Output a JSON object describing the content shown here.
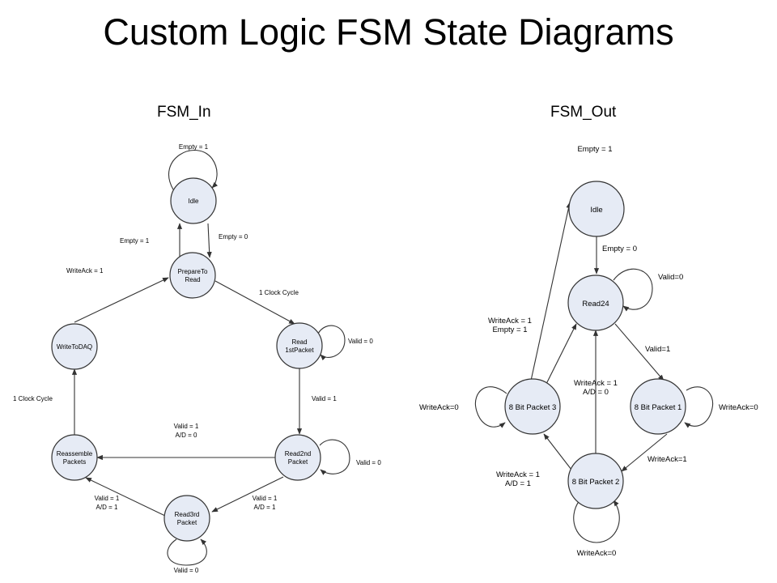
{
  "title": "Custom Logic FSM State Diagrams",
  "fsm_in": {
    "title": "FSM_In",
    "states": {
      "idle": "Idle",
      "prepare": [
        "PrepareTo",
        "Read"
      ],
      "read1": [
        "Read",
        "1stPacket"
      ],
      "read2": [
        "Read2nd",
        "Packet"
      ],
      "read3": [
        "Read3rd",
        "Packet"
      ],
      "reassemble": [
        "Reassemble",
        "Packets"
      ],
      "writetodaq": "WriteToDAQ"
    },
    "edges": {
      "idle_self": "Empty = 1",
      "prepare_to_idle": "Empty = 1",
      "idle_to_prepare": "Empty = 0",
      "writeack": "WriteAck = 1",
      "clock_cycle_1": "1 Clock Cycle",
      "read1_self": "Valid = 0",
      "read1_to_read2": "Valid = 1",
      "read2_self": "Valid = 0",
      "read2_to_reassemble": [
        "Valid = 1",
        "A/D = 0"
      ],
      "read2_to_read3": [
        "Valid = 1",
        "A/D = 1"
      ],
      "read3_to_reassemble": [
        "Valid = 1",
        "A/D = 1"
      ],
      "read3_self": "Valid = 0",
      "clock_cycle_2": "1 Clock Cycle"
    }
  },
  "fsm_out": {
    "title": "FSM_Out",
    "states": {
      "idle": "Idle",
      "read24": "Read24",
      "p1": "8 Bit Packet 1",
      "p2": "8 Bit Packet 2",
      "p3": "8 Bit Packet 3"
    },
    "edges": {
      "idle_self": "Empty = 1",
      "idle_to_read24": "Empty = 0",
      "read24_self": "Valid=0",
      "read24_to_p1": "Valid=1",
      "p1_self": "WriteAck=0",
      "p1_to_p2": "WriteAck=1",
      "p2_self": "WriteAck=0",
      "p2_to_read24": [
        "WriteAck = 1",
        "A/D = 0"
      ],
      "p2_to_p3": [
        "WriteAck = 1",
        "A/D = 1"
      ],
      "p3_self": "WriteAck=0",
      "p3_to_idle": [
        "WriteAck = 1",
        "Empty = 1"
      ]
    }
  }
}
